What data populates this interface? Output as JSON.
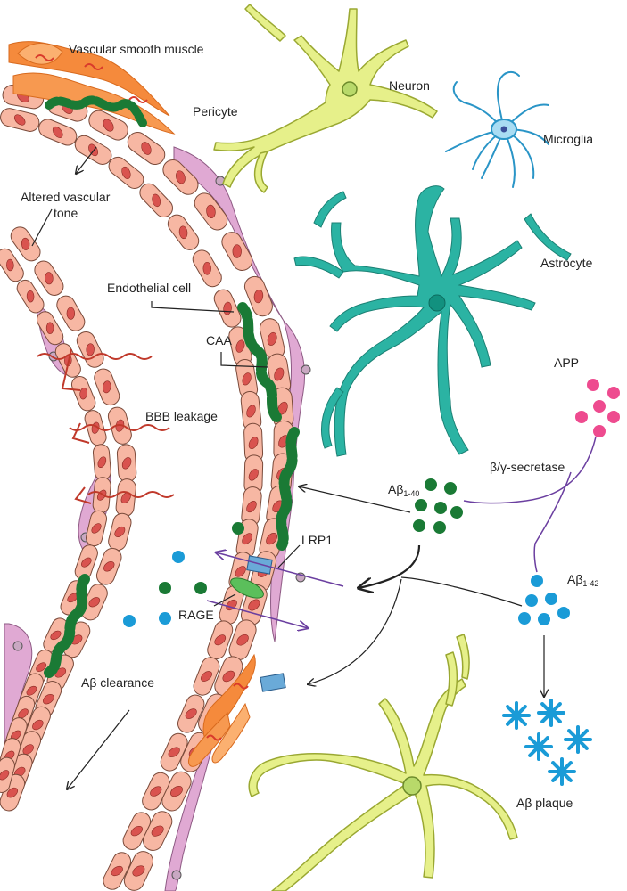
{
  "labels": {
    "vascular_smooth_muscle": "Vascular smooth muscle",
    "pericyte": "Pericyte",
    "neuron": "Neuron",
    "microglia": "Microglia",
    "astrocyte": "Astrocyte",
    "altered_tone_line1": "Altered vascular",
    "altered_tone_line2": "tone",
    "endothelial_cell": "Endothelial cell",
    "caa": "CAA",
    "bbb_leakage": "BBB leakage",
    "app": "APP",
    "secretase": "β/γ-secretase",
    "abeta40_base": "Aβ",
    "abeta40_sub": "1-40",
    "abeta42_base": "Aβ",
    "abeta42_sub": "1-42",
    "lrp1": "LRP1",
    "rage": "RAGE",
    "abeta_clearance": "Aβ clearance",
    "abeta_plaque": "Aβ plaque"
  },
  "colors": {
    "endothelial": "#f7b7a3",
    "endothelial_outline": "#7a4a3a",
    "nucleus": "#d9534f",
    "pericyte": "#e0a9d3",
    "smooth_muscle": "#f58a3c",
    "amyloid_green": "#1a7a35",
    "neuron": "#e6f08a",
    "microglia": "#a9dcf3",
    "astrocyte": "#2bb3a3",
    "app_pink": "#ee4b8f",
    "abeta42_blue": "#1a9bd7",
    "lrp1": "#6aaad8",
    "rage": "#5bbf5b",
    "leak_red": "#c0392b",
    "arrow": "#222222",
    "purple_line": "#6b3fa0"
  }
}
